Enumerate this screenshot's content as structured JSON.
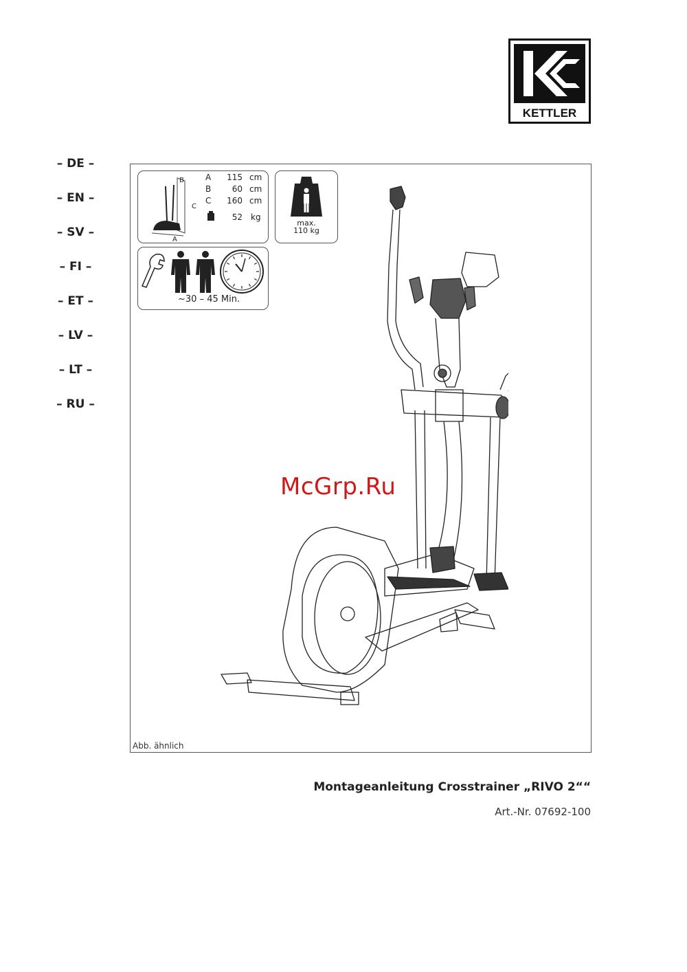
{
  "logo": {
    "text": "KETTLER"
  },
  "languages": [
    "– DE –",
    "– EN –",
    "– SV –",
    "– FI –",
    "– ET –",
    "– LV –",
    "– LT –",
    "– RU –"
  ],
  "dimensions": {
    "a_letter": "A",
    "a_value": "115",
    "a_unit": "cm",
    "b_letter": "B",
    "b_value": "60",
    "b_unit": "cm",
    "c_letter": "C",
    "c_value": "160",
    "c_unit": "cm",
    "weight_value": "52",
    "weight_unit": "kg",
    "fig_a": "A",
    "fig_b": "B",
    "fig_c": "C"
  },
  "max_load": {
    "line1": "max.",
    "line2": "110 kg"
  },
  "assembly": {
    "time": "30 – 45 Min."
  },
  "illustration_note": "Abb. ähnlich",
  "watermark": "McGrp.Ru",
  "title": "Montageanleitung Crosstrainer  „RIVO 2““",
  "article_number": "Art.-Nr. 07692-100"
}
